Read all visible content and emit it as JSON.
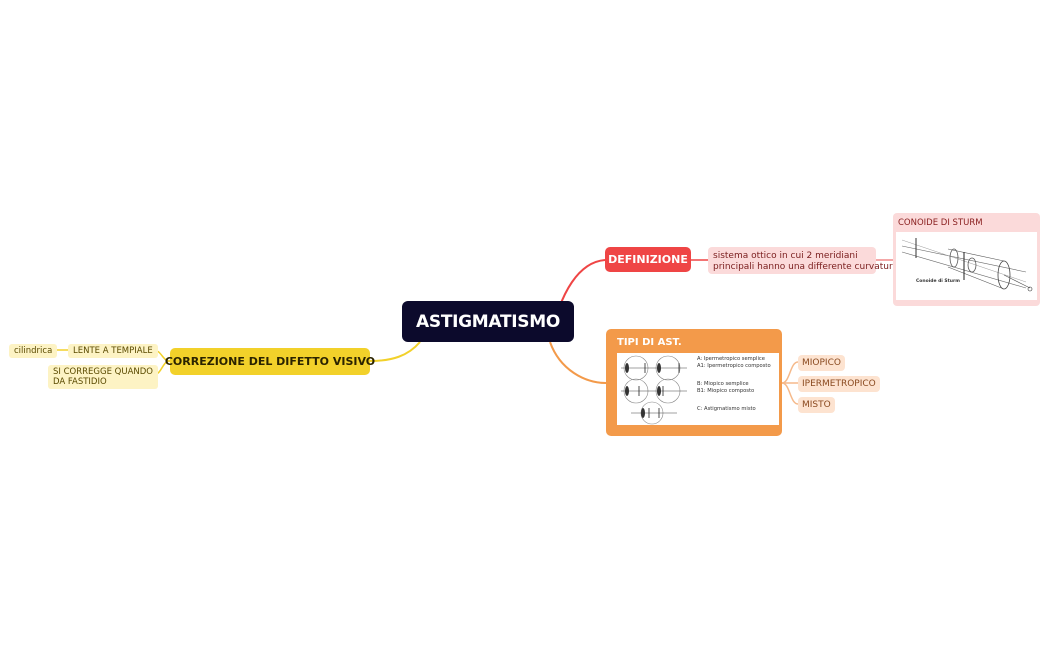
{
  "root": {
    "label": "ASTIGMATISMO"
  },
  "definizione": {
    "label": "DEFINIZIONE",
    "description_line1": "sistema ottico in cui 2 meridiani",
    "description_line2": "principali hanno una differente curvatura",
    "image_title": "CONOIDE DI STURM",
    "image_caption": "Conoide di Sturm"
  },
  "tipi": {
    "label": "TIPI DI AST.",
    "image_labels": [
      "A:  Ipermetropico semplice",
      "A1: Ipermetropico composto",
      "B:  Miopico semplice",
      "B1: Miopico composto",
      "C:   Astigmatismo misto"
    ],
    "items": [
      "MIOPICO",
      "IPERMETROPICO",
      "MISTO"
    ]
  },
  "correzione": {
    "label": "CORREZIONE DEL DIFETTO VISIVO",
    "lente": "LENTE A TEMPIALE",
    "lente_child": "cilindrica",
    "fastidio_line1": "SI CORREGGE QUANDO",
    "fastidio_line2": "DA FASTIDIO"
  },
  "colors": {
    "root": "#0c0a2c",
    "definizione": "#ef4545",
    "tipi": "#f39a4a",
    "correzione": "#f2d12a"
  }
}
